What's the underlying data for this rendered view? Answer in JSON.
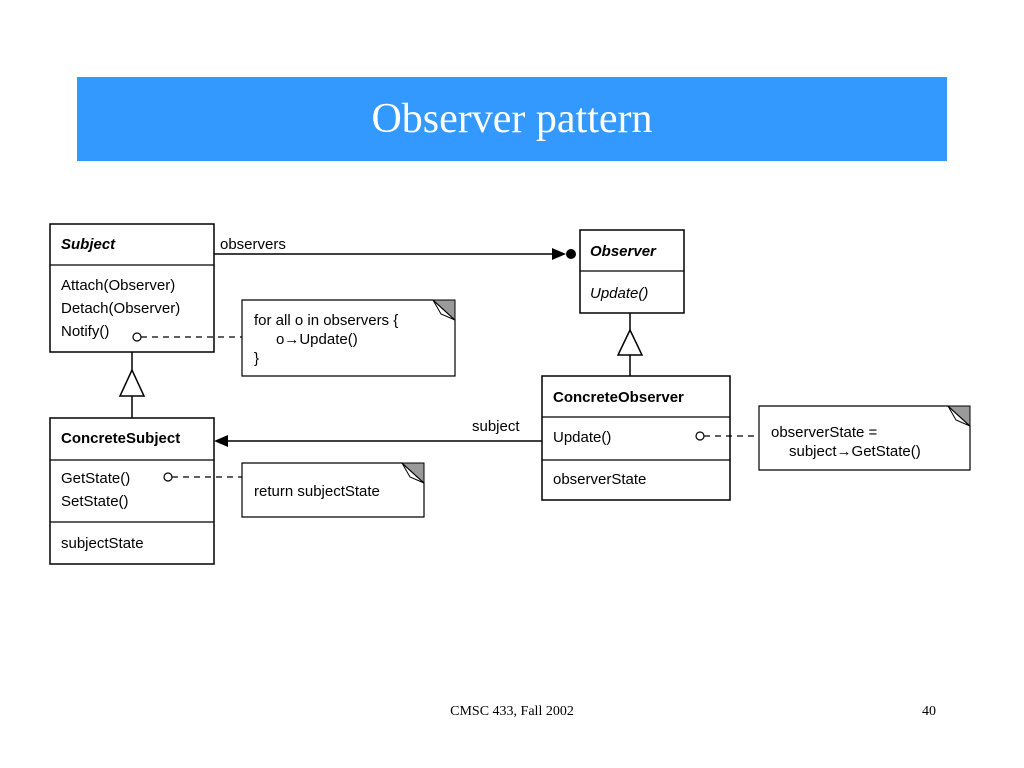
{
  "slide": {
    "title": "Observer pattern",
    "footer": "CMSC 433, Fall 2002",
    "page_number": "40"
  },
  "diagram": {
    "subject": {
      "name": "Subject",
      "operations": [
        "Attach(Observer)",
        "Detach(Observer)",
        "Notify()"
      ]
    },
    "observer": {
      "name": "Observer",
      "operations": [
        "Update()"
      ]
    },
    "concrete_subject": {
      "name": "ConcreteSubject",
      "operations": [
        "GetState()",
        "SetState()"
      ],
      "attributes": [
        "subjectState"
      ]
    },
    "concrete_observer": {
      "name": "ConcreteObserver",
      "operations": [
        "Update()"
      ],
      "attributes": [
        "observerState"
      ]
    },
    "notes": {
      "notify": [
        "for all o in observers {",
        "o→Update()",
        "}"
      ],
      "get_state": [
        "return subjectState"
      ],
      "update": [
        "observerState =",
        "subject→GetState()"
      ]
    },
    "associations": {
      "observers": "observers",
      "subject": "subject"
    }
  }
}
